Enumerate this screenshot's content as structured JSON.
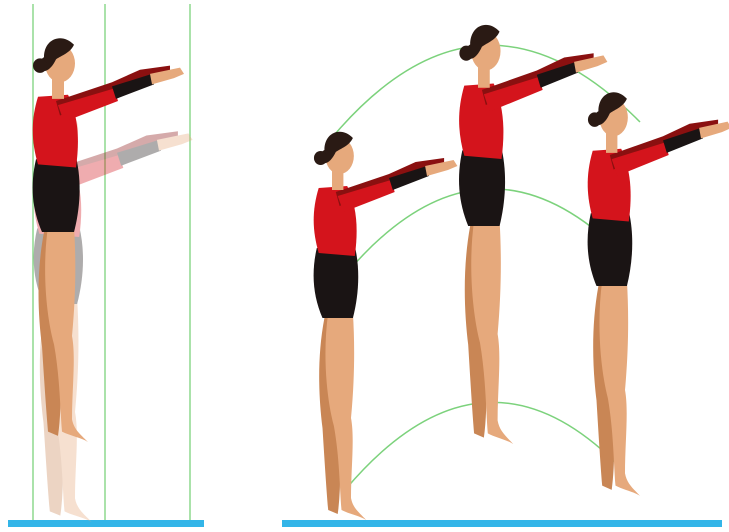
{
  "colors": {
    "background": "#ffffff",
    "floor": "#33b5e8",
    "guide_line": "#7cd27c",
    "leotard_red": "#d4141c",
    "leotard_black": "#1a1414",
    "skin": "#e6a97c",
    "skin_shadow": "#c98655",
    "hair": "#2a1a14",
    "ghost_skin": "#f0d4bc",
    "ghost_red": "#e89a9a",
    "ghost_dark": "#b9a9a4"
  },
  "panels": [
    {
      "name": "vertical-alignment-panel",
      "figures": 1,
      "ghost_figures": 1,
      "guide": "vertical-lines"
    },
    {
      "name": "jump-arc-panel",
      "figures": 3,
      "guide": "arcs"
    }
  ]
}
